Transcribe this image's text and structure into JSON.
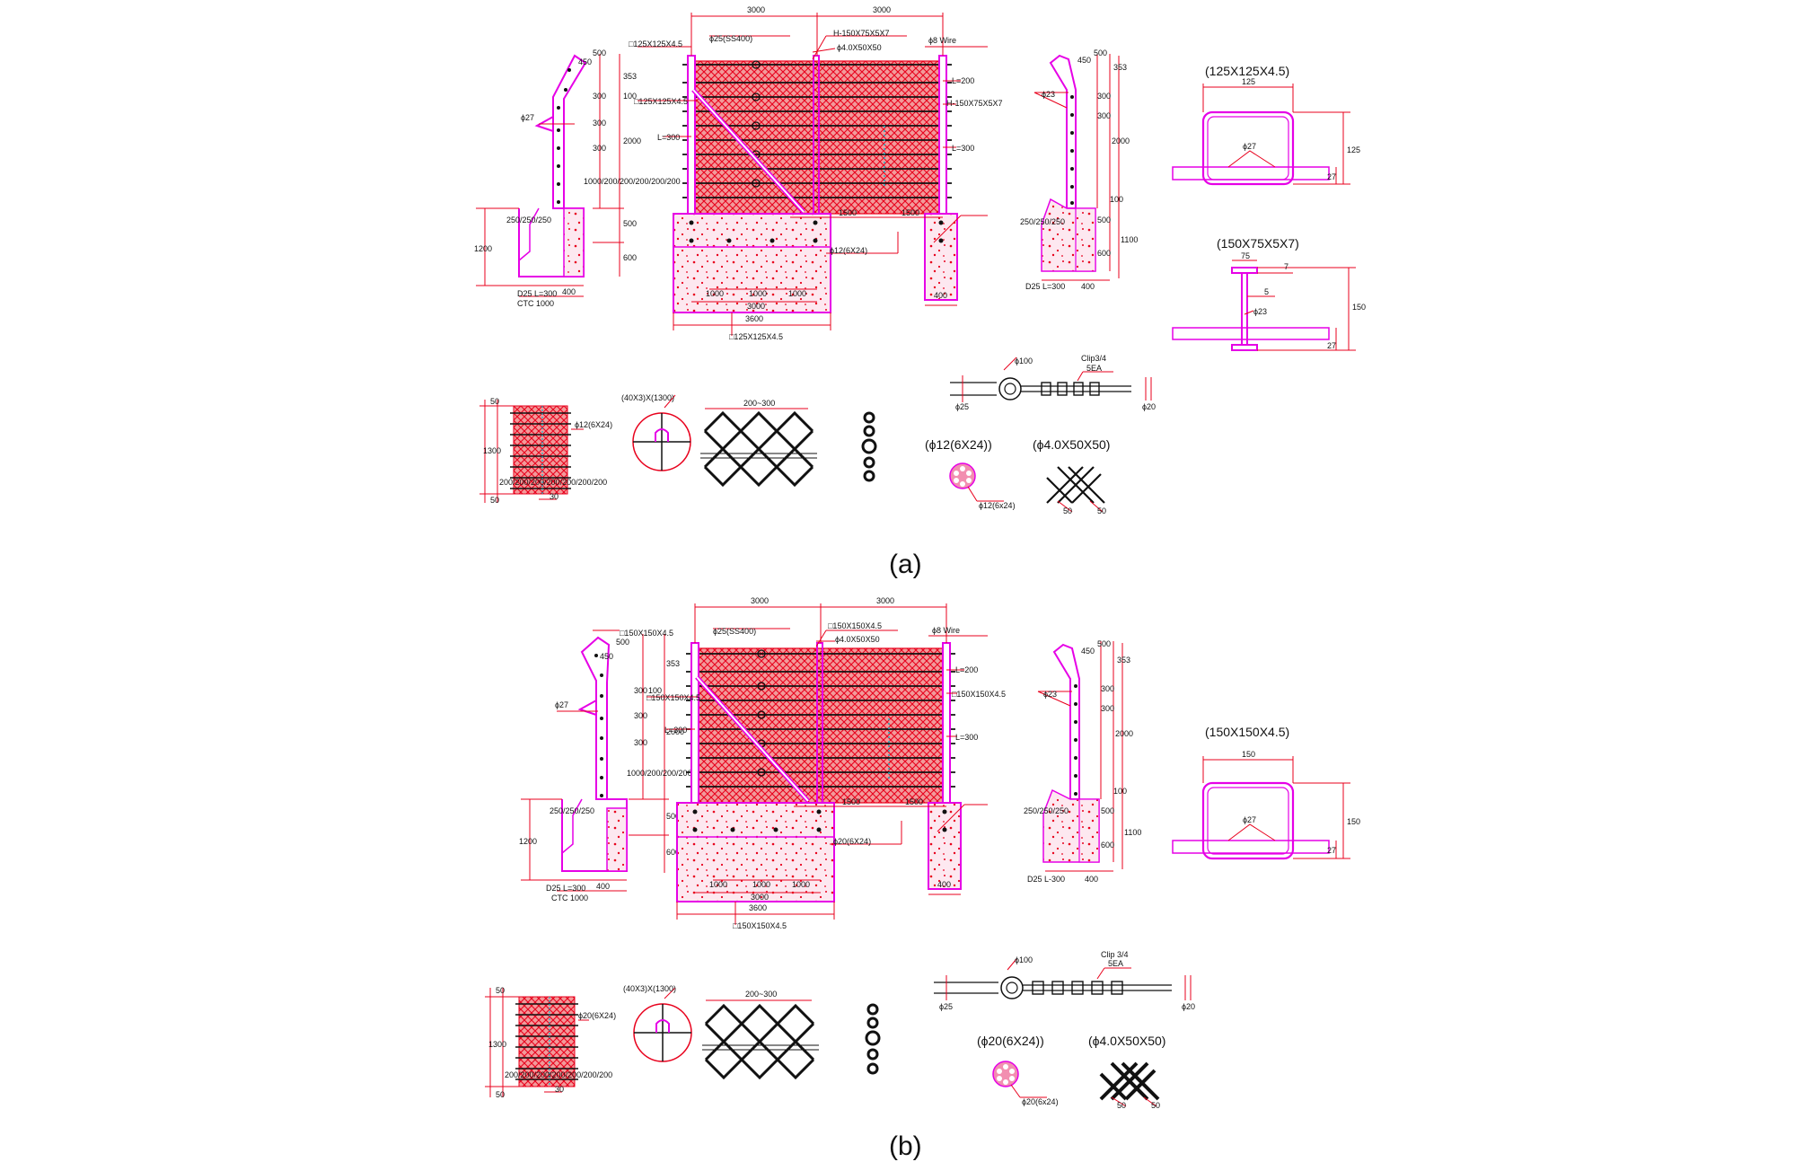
{
  "colors": {
    "red": "#e8001c",
    "magenta": "#e600e6",
    "black": "#111111",
    "cyan": "#19b5c8",
    "fill": "#f0a0a0",
    "concrete_dot": "#e8001c"
  },
  "icons": [
    "rod-cross-section-icon",
    "mesh-diamond-icon",
    "chain-link-icon",
    "clip-wire-icon"
  ],
  "panels": [
    {
      "caption": "(a)",
      "front": {
        "top_span_left": "3000",
        "top_span_right": "3000",
        "post_label_tl": "□125X125X4.5",
        "rod_label": "ϕ25(SS400)",
        "beam_label_top": "H-150X75X5X7",
        "mesh_label": "ϕ4.0X50X50",
        "wire_label": "ϕ8 Wire",
        "post_label_ml": "□125X125X4.5",
        "beam_label_right": "H-150X75X5X7",
        "l200": "L=200",
        "l300_left": "L=300",
        "l300_right": "L=300",
        "span_1500_l": "1500",
        "span_1500_r": "1500",
        "rope_label": "ϕ12(6X24)",
        "base_1000_a": "1000",
        "base_1000_b": "1000",
        "base_1000_c": "1000",
        "base_3000": "3000",
        "base_3600": "3600",
        "bottom_post_label": "□125X125X4.5",
        "footing_400": "400"
      },
      "left_side": {
        "d_500": "500",
        "d_450": "450",
        "d_353": "353",
        "d_300a": "300",
        "d_100": "100",
        "d_2000": "2000",
        "d_300b": "300",
        "d_300c": "300",
        "d_500b": "500",
        "d_600": "600",
        "d_1200": "1200",
        "d_250": "250/250/250",
        "d_10000": "1000/200/200/200/200/200",
        "d_400": "400",
        "phi27": "ϕ27",
        "d25": "D25 L=300",
        "ctc": "CTC 1000"
      },
      "right_side": {
        "d_500": "500",
        "d_450": "450",
        "d_353": "353",
        "d_300a": "300",
        "d_300b": "300",
        "d_2000": "2000",
        "d_100": "100",
        "d_500b": "500",
        "d_600": "600",
        "d_1100": "1100",
        "d_250": "250/250/250",
        "phi23": "ϕ23",
        "d25": "D25 L=300",
        "d_400": "400"
      },
      "section1": {
        "title": "(125X125X4.5)",
        "width": "125",
        "height": "125",
        "phi": "ϕ27",
        "d27": "27"
      },
      "section2": {
        "title": "(150X75X5X7)",
        "width": "75",
        "flange": "7",
        "web": "5",
        "height": "150",
        "phi": "ϕ23",
        "d27": "27"
      },
      "rope_detail": {
        "d_1300": "1300",
        "d_50top": "50",
        "d_50bot": "50",
        "d_200s": "200/200/200/200/200/200/200",
        "d_30": "30",
        "phi": "ϕ12(6X24)",
        "bracket": "(40X3)X(1300)",
        "diamond_span": "200~300"
      },
      "clip": {
        "phi100": "ϕ100",
        "phi25": "ϕ25",
        "clip_label": "Clip3/4",
        "ea": "5EA",
        "phi20": "ϕ20"
      },
      "rope_section": {
        "title": "(ϕ12(6X24))",
        "label": "ϕ12(6x24)"
      },
      "mesh_section": {
        "title": "(ϕ4.0X50X50)",
        "d50a": "50",
        "d50b": "50"
      }
    },
    {
      "caption": "(b)",
      "front": {
        "top_span_left": "3000",
        "top_span_right": "3000",
        "post_label_tl": "□150X150X4.5",
        "rod_label": "ϕ25(SS400)",
        "beam_label_top": "□150X150X4.5",
        "mesh_label": "ϕ4.0X50X50",
        "wire_label": "ϕ8 Wire",
        "post_label_ml": "□150X150X4.5",
        "beam_label_right": "□150X150X4.5",
        "l200": "L=200",
        "l300_left": "L=300",
        "l300_right": "L=300",
        "span_1500_l": "1500",
        "span_1500_r": "1500",
        "rope_label": "ϕ20(6X24)",
        "base_1000_a": "1000",
        "base_1000_b": "1000",
        "base_1000_c": "1000",
        "base_3000": "3000",
        "base_3600": "3600",
        "bottom_post_label": "□150X150X4.5",
        "footing_400": "400"
      },
      "left_side": {
        "d_500": "500",
        "d_450": "450",
        "d_353": "353",
        "d_300a": "300",
        "d_100": "100",
        "d_2000": "2000",
        "d_300b": "300",
        "d_300c": "300",
        "d_500b": "500",
        "d_600": "600",
        "d_1200": "1200",
        "d_250": "250/250/250",
        "d_10000": "1000/200/200/200/200/200",
        "d_400": "400",
        "phi27": "ϕ27",
        "d25": "D25 L=300",
        "ctc": "CTC 1000"
      },
      "right_side": {
        "d_500": "500",
        "d_450": "450",
        "d_353": "353",
        "d_300a": "300",
        "d_300b": "300",
        "d_2000": "2000",
        "d_100": "100",
        "d_500b": "500",
        "d_600": "600",
        "d_1100": "1100",
        "d_250": "250/250/250",
        "phi23": "ϕ23",
        "d25": "D25 L-300",
        "d_400": "400"
      },
      "section1": {
        "title": "(150X150X4.5)",
        "width": "150",
        "height": "150",
        "phi": "ϕ27",
        "d27": "27"
      },
      "rope_detail": {
        "d_1300": "1300",
        "d_50top": "50",
        "d_50bot": "50",
        "d_200s": "200/200/200/200/200/200/200",
        "d_30": "30",
        "phi": "ϕ20(6X24)",
        "bracket": "(40X3)X(1300)",
        "diamond_span": "200~300"
      },
      "clip": {
        "phi100": "ϕ100",
        "phi25": "ϕ25",
        "clip_label": "Clip 3/4",
        "ea": "5EA",
        "phi20": "ϕ20"
      },
      "rope_section": {
        "title": "(ϕ20(6X24))",
        "label": "ϕ20(6x24)"
      },
      "mesh_section": {
        "title": "(ϕ4.0X50X50)",
        "d50a": "50",
        "d50b": "50"
      }
    }
  ]
}
